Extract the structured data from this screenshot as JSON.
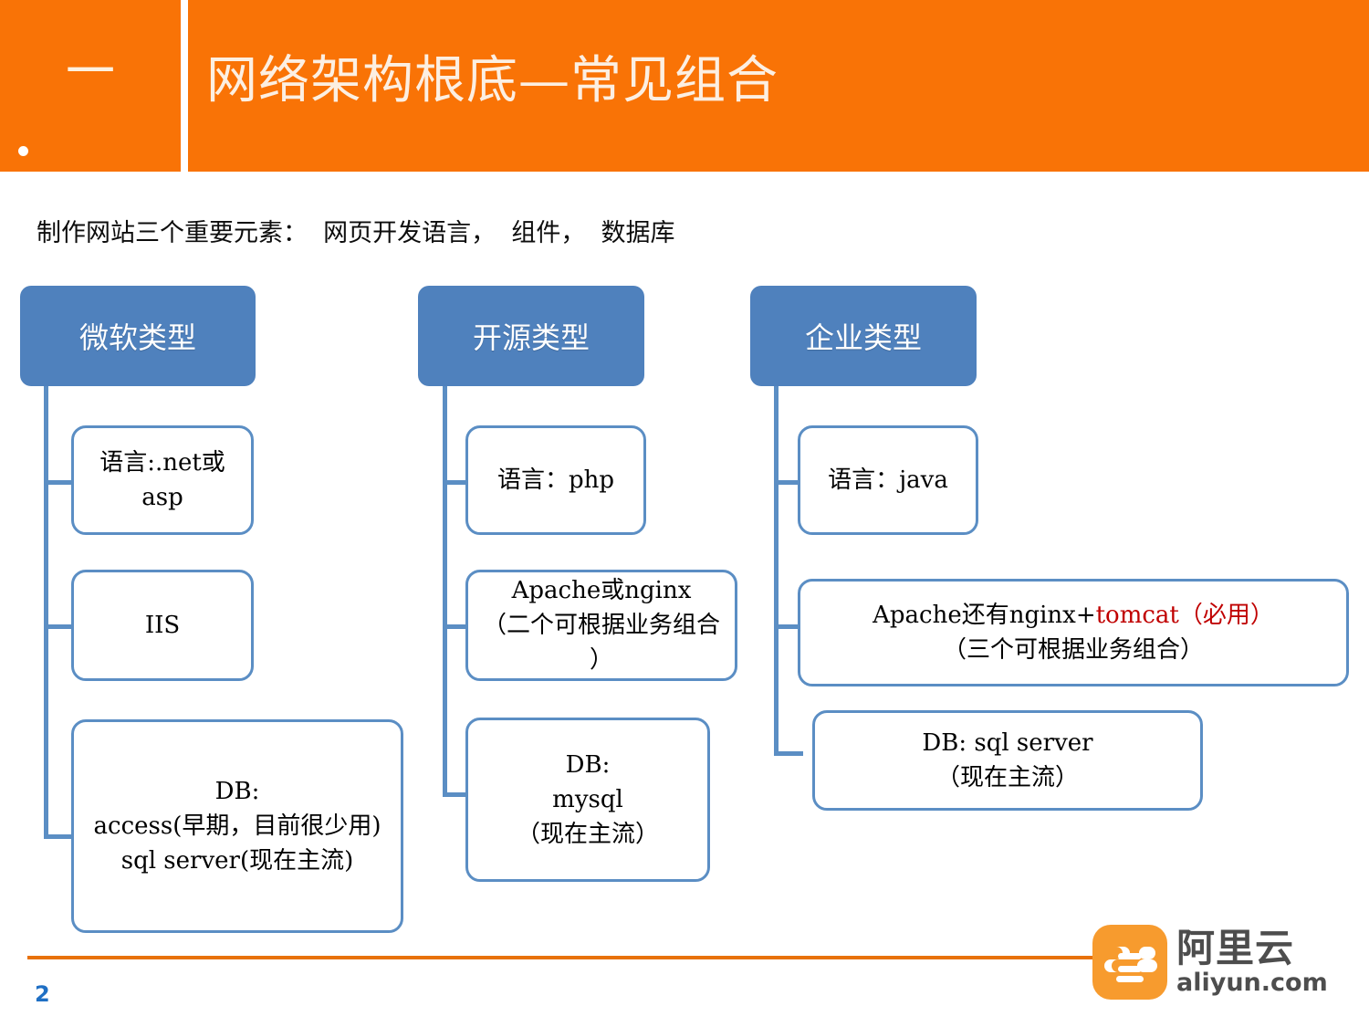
{
  "header": {
    "index_number": "一",
    "title": "网络架构根底—常见组合",
    "orange": "#F97306"
  },
  "subtitle": "制作网站三个重要元素：  网页开发语言，  组件，  数据库",
  "diagram": {
    "accent_blue": "#4F81BD",
    "node_border": "#5B8EC4",
    "highlight_red": "#C00000",
    "columns": [
      {
        "head": "微软类型",
        "nodes": [
          {
            "lines": [
              "语言:.net或",
              "asp"
            ]
          },
          {
            "lines": [
              "IIS"
            ]
          },
          {
            "lines": [
              "DB:",
              "access(早期，目前很少用)",
              "sql server(现在主流)"
            ]
          }
        ]
      },
      {
        "head": "开源类型",
        "nodes": [
          {
            "lines": [
              "语言：php"
            ]
          },
          {
            "lines": [
              "Apache或nginx",
              "（二个可根据业务组合",
              "）"
            ]
          },
          {
            "lines": [
              "DB:",
              "mysql",
              "（现在主流）"
            ]
          }
        ]
      },
      {
        "head": "企业类型",
        "nodes": [
          {
            "lines": [
              "语言：java"
            ]
          },
          {
            "lines_rich": [
              {
                "plain": "Apache还有nginx+",
                "red": "tomcat（必用）"
              },
              {
                "plain": "（三个可根据业务组合）",
                "red": ""
              }
            ]
          },
          {
            "lines": [
              "DB:    sql server",
              "（现在主流）"
            ]
          }
        ]
      }
    ]
  },
  "footer": {
    "page_number": "2",
    "rule_color": "#E8710A",
    "logo": {
      "cn": "阿里云",
      "en": "aliyun.com",
      "mark_color": "#F79B2E"
    }
  }
}
